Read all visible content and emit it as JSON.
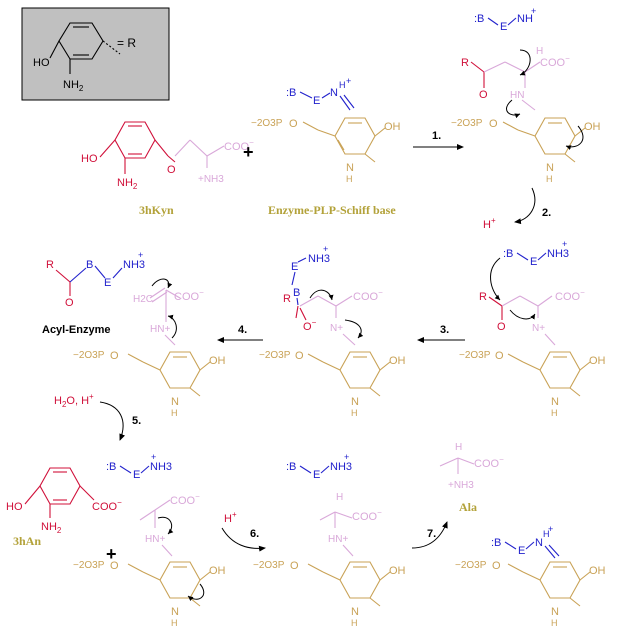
{
  "legend": {
    "r_label": "= R",
    "ho": "HO",
    "nh2": "NH2"
  },
  "labels": {
    "hkyn": "3hKyn",
    "schiff": "Enzyme-PLP-Schiff base",
    "acyl": "Acyl-Enzyme",
    "han": "3hAn",
    "ala": "Ala"
  },
  "steps": {
    "s1": "1.",
    "s2": "2.",
    "s3": "3.",
    "s4": "4.",
    "s5": "5.",
    "s6": "6.",
    "s7": "7."
  },
  "reagents": {
    "hplus": "H",
    "water": "H2O, H"
  },
  "enzyme": {
    "b": ":B",
    "e": "E",
    "nh3": "NH3"
  },
  "colors": {
    "substrate": "#d0103a",
    "plp": "#c9a256",
    "aminoacid": "#d9a8d9",
    "enzyme": "#2222cc",
    "label": "#b3a23a",
    "legend_bg": "#c0c0c0"
  }
}
